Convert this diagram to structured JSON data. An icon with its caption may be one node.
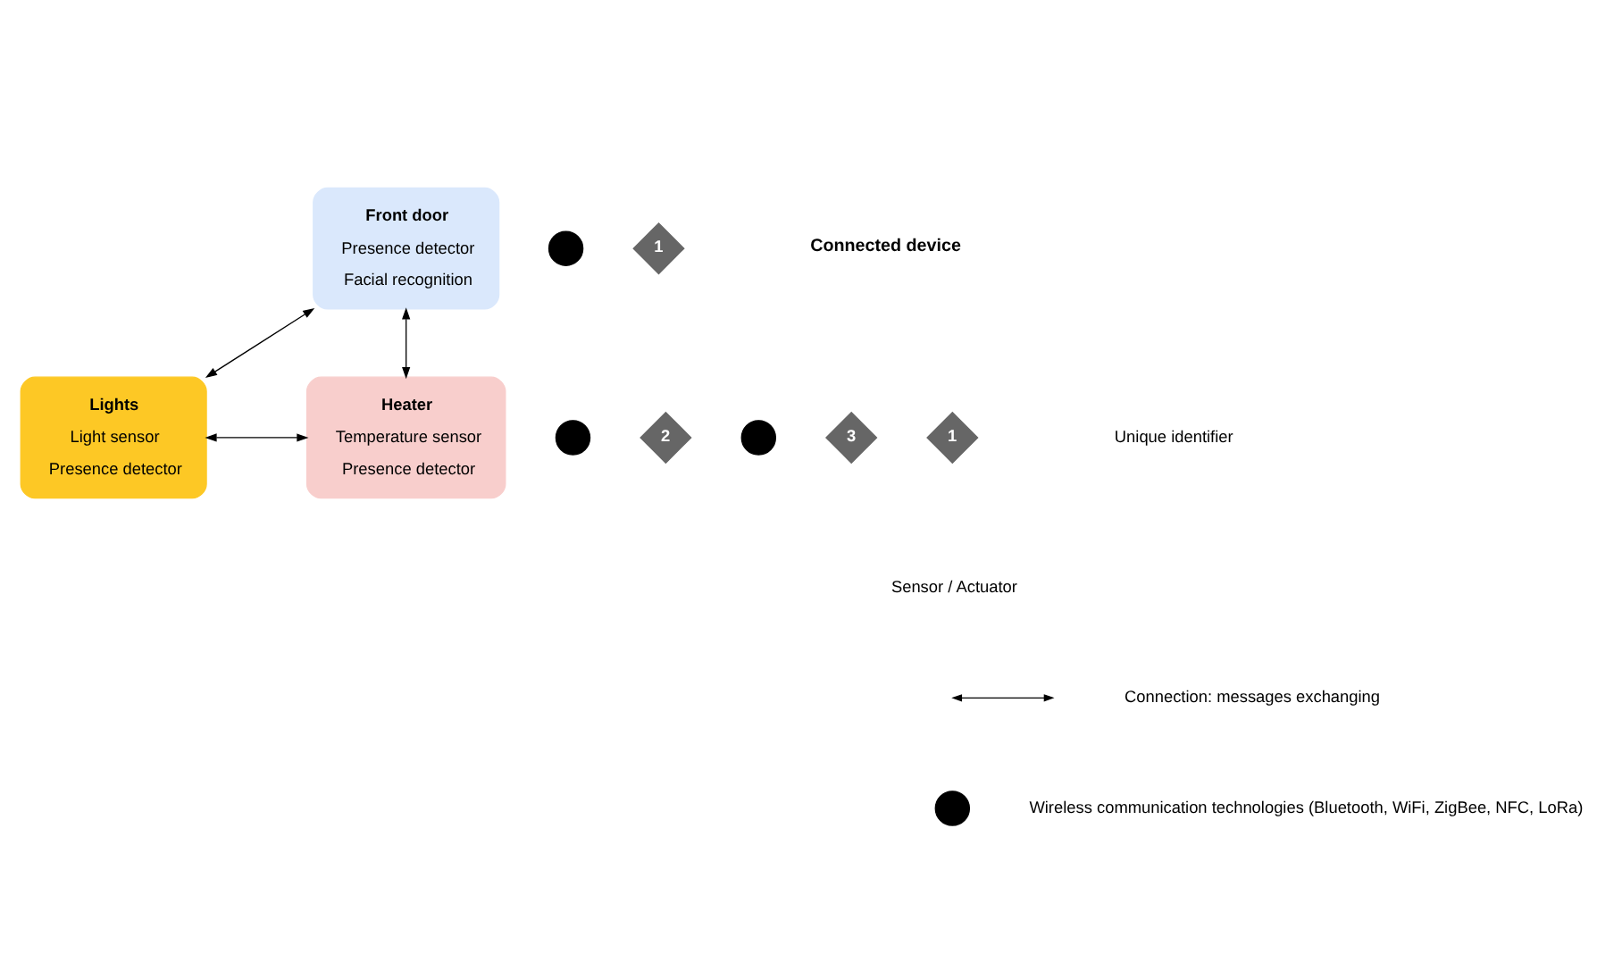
{
  "diagram": {
    "nodes": [
      {
        "text": [
          "Front door",
          "Presence detector",
          "Facial recognition"
        ]
      },
      {
        "text": [
          "1"
        ]
      },
      {
        "text": [],
        "shape": "circle"
      },
      {
        "text": [
          "Lights",
          "Light sensor",
          "Presence detector"
        ]
      },
      {
        "text": [
          "3"
        ]
      },
      {
        "text": [],
        "shape": "circle"
      },
      {
        "text": [
          "Heater",
          "Temperature sensor",
          "Presence detector"
        ]
      },
      {
        "text": [
          "2"
        ]
      },
      {
        "text": [],
        "shape": "circle"
      },
      {
        "text": [
          "1"
        ]
      },
      {
        "text": [],
        "shape": "circle"
      }
    ],
    "edges": [
      {
        "from": 0,
        "to": 3,
        "arrow": "both"
      },
      {
        "from": 0,
        "to": 6,
        "arrow": "both"
      },
      {
        "from": 3,
        "to": 6,
        "arrow": "both"
      }
    ],
    "labels": [
      "Connected device",
      "Sensor / Actuator"
    ],
    "legend": [
      {
        "text": "Unique identifier"
      },
      {
        "text": "Connection: messages exchanging"
      },
      {
        "text": "Wireless communication technologies (Bluetooth, WiFi, ZigBee, NFC, LoRa)"
      }
    ]
  }
}
